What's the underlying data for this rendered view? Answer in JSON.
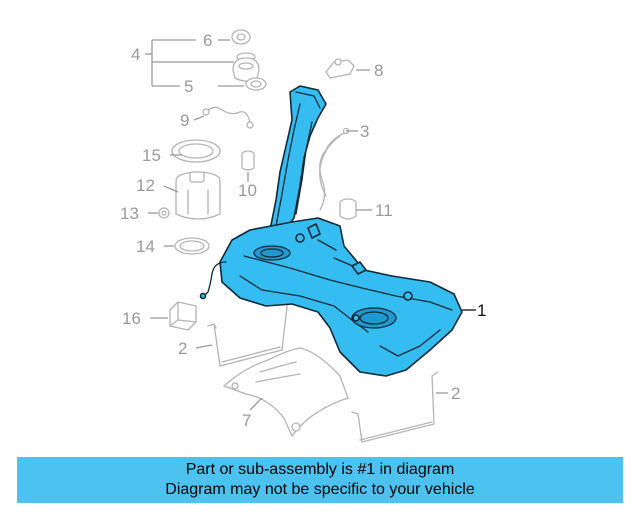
{
  "callouts": {
    "c1": "1",
    "c2a": "2",
    "c2b": "2",
    "c3": "3",
    "c4": "4",
    "c5": "5",
    "c6": "6",
    "c7": "7",
    "c8": "8",
    "c9": "9",
    "c10": "10",
    "c11": "11",
    "c12": "12",
    "c13": "13",
    "c14": "14",
    "c15": "15",
    "c16": "16"
  },
  "banner": {
    "line1": "Part or sub-assembly is #1 in diagram",
    "line2": "Diagram may not be specific to your vehicle"
  },
  "colors": {
    "highlight": "#35bdf1",
    "banner": "#4cc2f1",
    "ghost_parts": "#b4b4b4"
  }
}
